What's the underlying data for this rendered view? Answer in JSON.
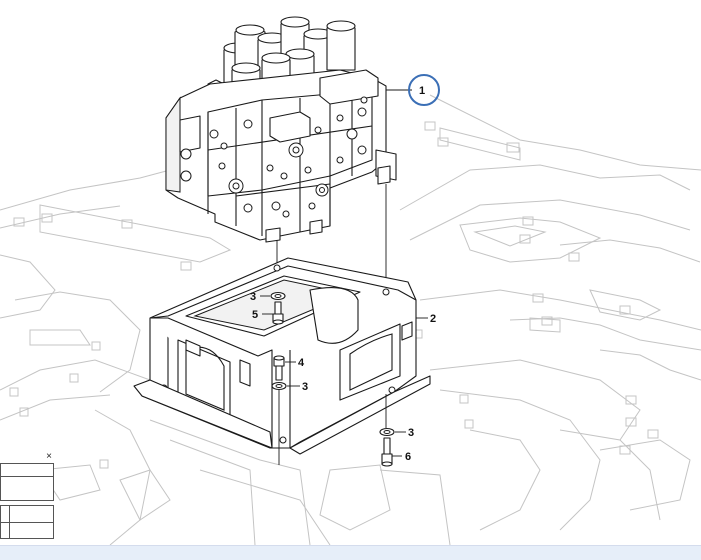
{
  "diagram": {
    "callouts": [
      {
        "id": "c1",
        "label": "1",
        "circled": true
      },
      {
        "id": "c2",
        "label": "2"
      },
      {
        "id": "c3a",
        "label": "3"
      },
      {
        "id": "c3b",
        "label": "3"
      },
      {
        "id": "c3c",
        "label": "3"
      },
      {
        "id": "c4",
        "label": "4"
      },
      {
        "id": "c5",
        "label": "5"
      },
      {
        "id": "c6",
        "label": "6"
      }
    ],
    "highlight_color": "#3b6fb6"
  },
  "mini_panel": {
    "close_glyph": "×",
    "close_icon": "close-icon"
  }
}
